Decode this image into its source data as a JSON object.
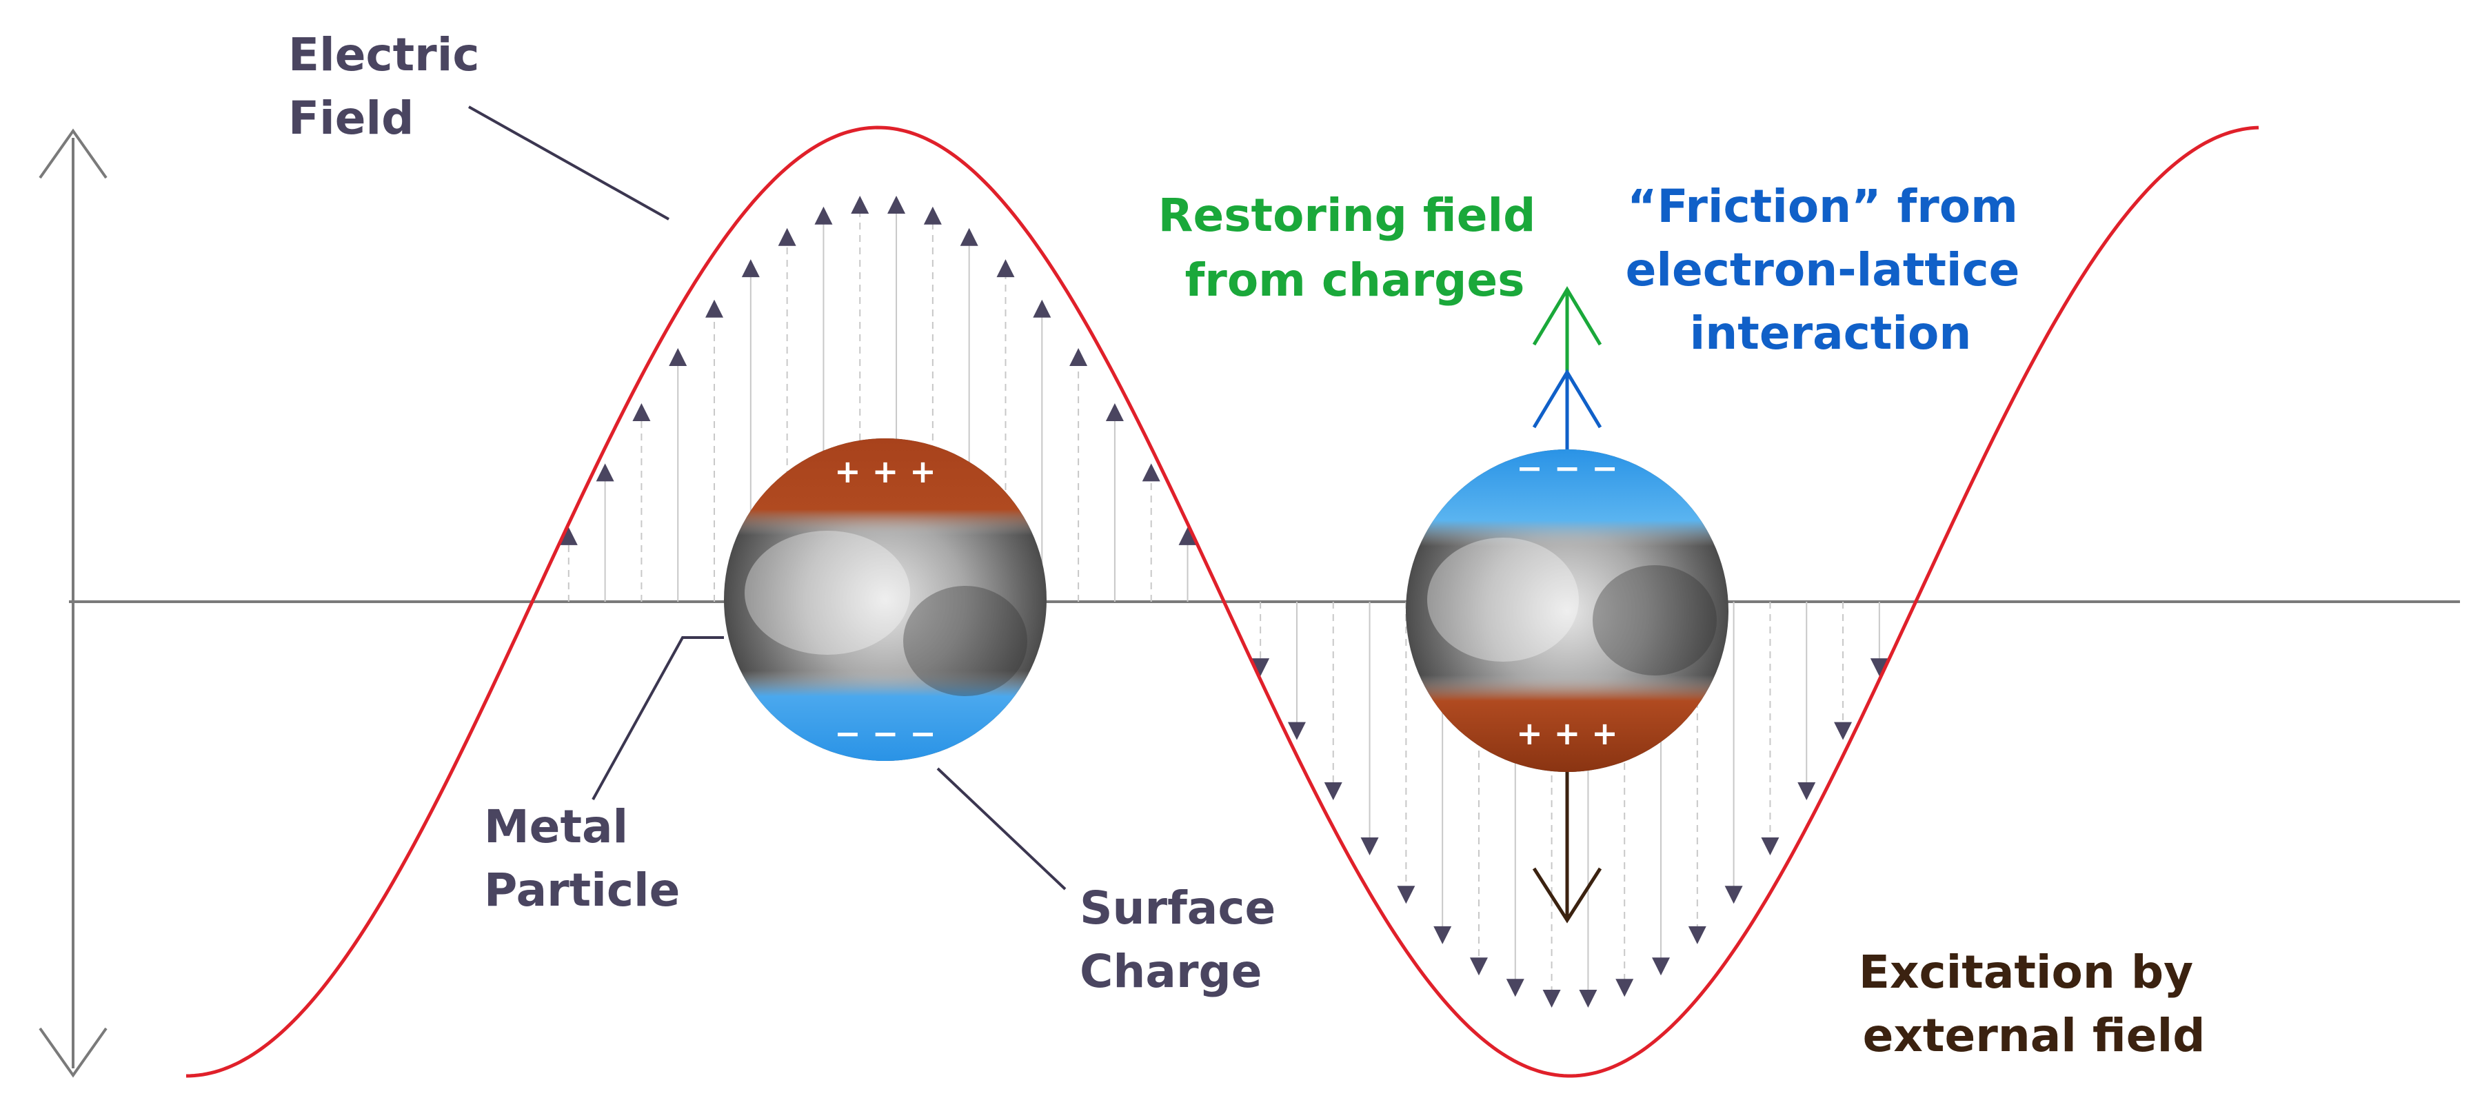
{
  "labels": {
    "electric_field": [
      "Electric",
      "Field"
    ],
    "metal_particle": [
      "Metal",
      "Particle"
    ],
    "surface_charge": [
      "Surface",
      "Charge"
    ],
    "restoring_field": [
      "Restoring field",
      "from charges"
    ],
    "friction": [
      "“Friction” from",
      "electron-lattice",
      "interaction"
    ],
    "excitation": [
      "Excitation by",
      "external field"
    ]
  },
  "particles": [
    {
      "top_charge": "+ + +",
      "bottom_charge": "− − −",
      "top_color": "#a8421c",
      "bottom_color": "#2a93e6"
    },
    {
      "top_charge": "− − −",
      "bottom_charge": "+ + +",
      "top_color": "#2a93e6",
      "bottom_color": "#a8421c"
    }
  ],
  "colors": {
    "wave": "#e0202a",
    "axis": "#7a7a7a",
    "triangle": "#4a4560",
    "restoring_arrow": "#1aa83a",
    "friction_arrow": "#1060c8",
    "excitation_arrow": "#3b2210",
    "leader": "#3b3650"
  },
  "icons": {
    "field_triangle": "triangle-marker-icon",
    "axis_arrow": "double-arrow-icon"
  }
}
